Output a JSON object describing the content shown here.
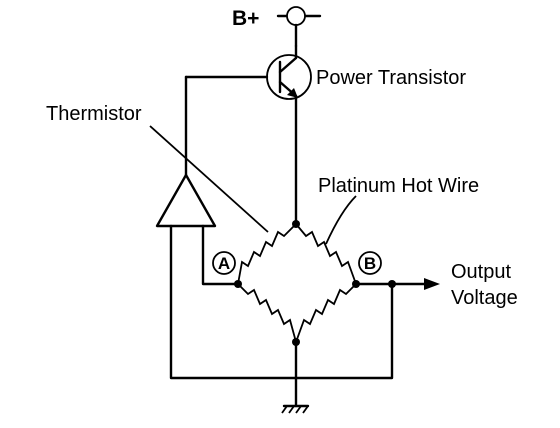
{
  "labels": {
    "supply": "B+",
    "power_transistor": "Power Transistor",
    "thermistor": "Thermistor",
    "platinum_hot_wire": "Platinum Hot Wire",
    "node_a": "A",
    "node_b": "B",
    "output_line1": "Output",
    "output_line2": "Voltage"
  }
}
